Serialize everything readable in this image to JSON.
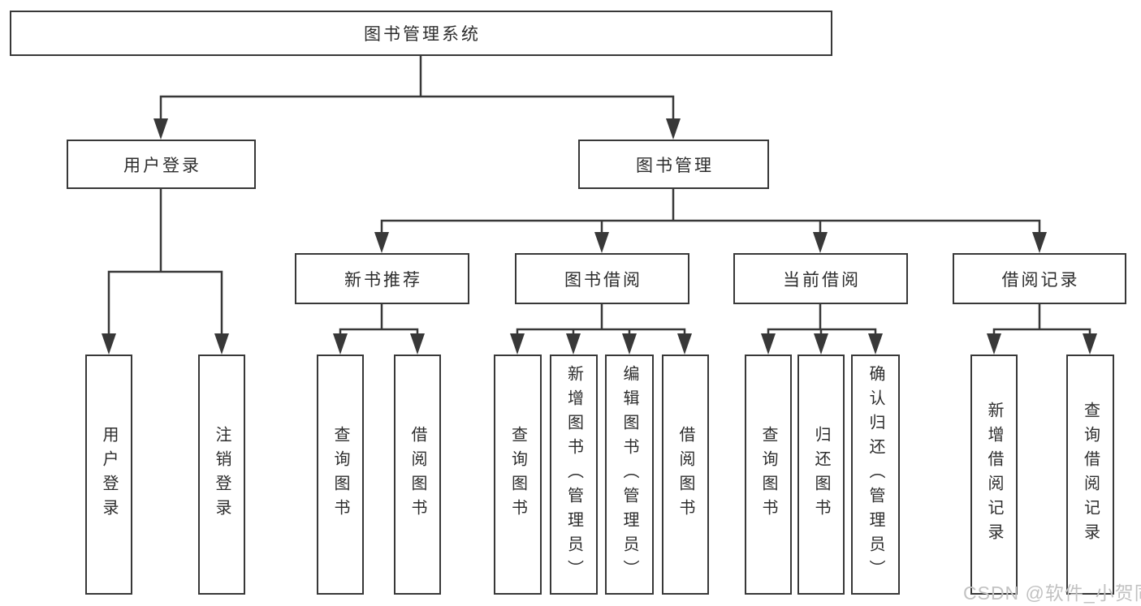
{
  "diagram_title": "图书管理系统",
  "tree": {
    "root": {
      "label": "图书管理系统"
    },
    "branches": [
      {
        "label": "用户登录",
        "leaves": [
          {
            "label": "用户登录"
          },
          {
            "label": "注销登录"
          }
        ]
      },
      {
        "label": "图书管理",
        "sections": [
          {
            "label": "新书推荐",
            "leaves": [
              {
                "label": "查询图书"
              },
              {
                "label": "借阅图书"
              }
            ]
          },
          {
            "label": "图书借阅",
            "leaves": [
              {
                "label": "查询图书"
              },
              {
                "label": "新增图书（管理员）"
              },
              {
                "label": "编辑图书（管理员）"
              },
              {
                "label": "借阅图书"
              }
            ]
          },
          {
            "label": "当前借阅",
            "leaves": [
              {
                "label": "查询图书"
              },
              {
                "label": "归还图书"
              },
              {
                "label": "确认归还（管理员）"
              }
            ]
          },
          {
            "label": "借阅记录",
            "leaves": [
              {
                "label": "新增借阅记录"
              },
              {
                "label": "查询借阅记录"
              }
            ]
          }
        ]
      }
    ]
  },
  "watermark": {
    "text": "CSDN @软件_小贺同学"
  },
  "colors": {
    "line": "#383838",
    "box_border": "#383838",
    "text": "#2d2d2d",
    "background": "#ffffff",
    "watermark": "#c2c2c2"
  }
}
